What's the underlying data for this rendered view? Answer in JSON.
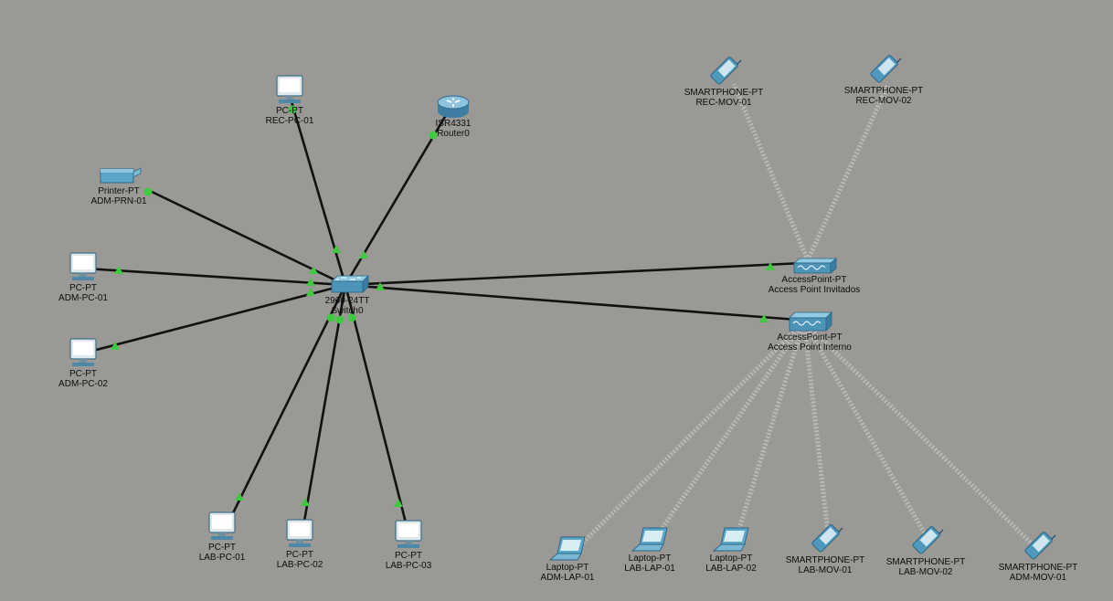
{
  "nodes": {
    "rec_pc_01": {
      "model": "PC-PT",
      "name": "REC-PC-01"
    },
    "router0": {
      "model": "ISR4331",
      "name": "Router0"
    },
    "adm_prn_01": {
      "model": "Printer-PT",
      "name": "ADM-PRN-01"
    },
    "adm_pc_01": {
      "model": "PC-PT",
      "name": "ADM-PC-01"
    },
    "adm_pc_02": {
      "model": "PC-PT",
      "name": "ADM-PC-02"
    },
    "switch0": {
      "model": "2960-24TT",
      "name": "Switch0"
    },
    "lab_pc_01": {
      "model": "PC-PT",
      "name": "LAB-PC-01"
    },
    "lab_pc_02": {
      "model": "PC-PT",
      "name": "LAB-PC-02"
    },
    "lab_pc_03": {
      "model": "PC-PT",
      "name": "LAB-PC-03"
    },
    "rec_mov_01": {
      "model": "SMARTPHONE-PT",
      "name": "REC-MOV-01"
    },
    "rec_mov_02": {
      "model": "SMARTPHONE-PT",
      "name": "REC-MOV-02"
    },
    "ap_invitados": {
      "model": "AccessPoint-PT",
      "name": "Access Point Invitados"
    },
    "ap_interno": {
      "model": "AccessPoint-PT",
      "name": "Access Point Interno"
    },
    "adm_lap_01": {
      "model": "Laptop-PT",
      "name": "ADM-LAP-01"
    },
    "lab_lap_01": {
      "model": "Laptop-PT",
      "name": "LAB-LAP-01"
    },
    "lab_lap_02": {
      "model": "Laptop-PT",
      "name": "LAB-LAP-02"
    },
    "lab_mov_01": {
      "model": "SMARTPHONE-PT",
      "name": "LAB-MOV-01"
    },
    "lab_mov_02": {
      "model": "SMARTPHONE-PT",
      "name": "LAB-MOV-02"
    },
    "adm_mov_01": {
      "model": "SMARTPHONE-PT",
      "name": "ADM-MOV-01"
    }
  },
  "colors": {
    "background": "#9a9995",
    "cable": "#111111",
    "wireless": "#b9b9b9",
    "link_up": "#3ec93e",
    "device_blue": "#5aa6c8"
  }
}
